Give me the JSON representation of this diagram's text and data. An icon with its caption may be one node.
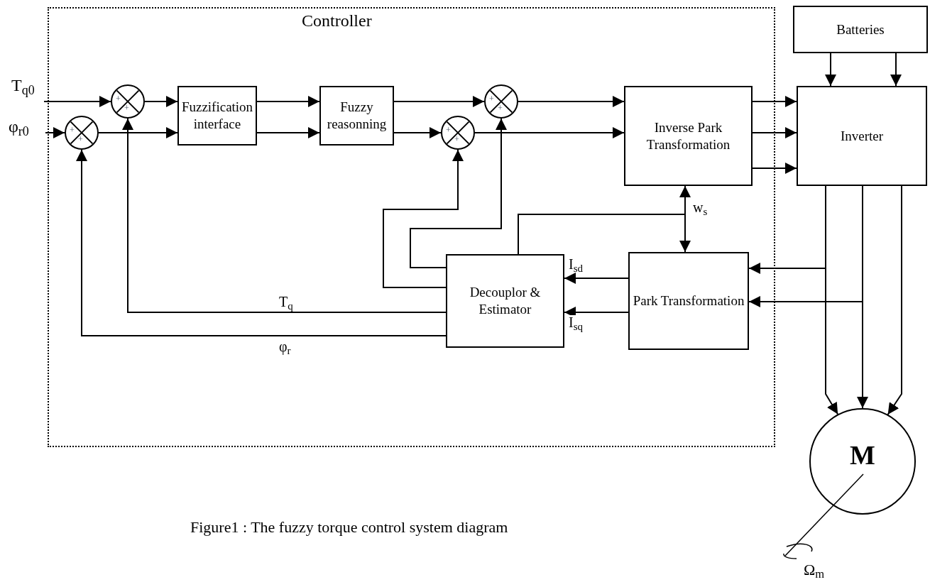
{
  "diagram": {
    "caption": "Figure1 : The fuzzy torque control system diagram",
    "nodes": [
      {
        "text": [
          "Controller"
        ]
      },
      {
        "text": [
          "T$_{q0}$"
        ]
      },
      {
        "text": [
          "φ$_{r0}$"
        ]
      },
      {
        "text": [
          "+",
          "+"
        ],
        "in": 0
      },
      {
        "text": [
          "+",
          "+"
        ],
        "in": 0
      },
      {
        "text": [
          "Fuzzification interface"
        ],
        "in": 0
      },
      {
        "text": [
          "Fuzzy reasonning"
        ],
        "in": 0
      },
      {
        "text": [
          "+",
          "+"
        ],
        "in": 0
      },
      {
        "text": [
          "+",
          "+"
        ],
        "in": 0
      },
      {
        "text": [
          "Inverse Park Transformation"
        ],
        "in": 0
      },
      {
        "text": [
          "Batteries"
        ]
      },
      {
        "text": [
          "Inverter"
        ]
      },
      {
        "text": [
          "Decouplor & Estimator"
        ],
        "in": 0
      },
      {
        "text": [
          "Park Transformation"
        ],
        "in": 0
      },
      {
        "text": [
          "M"
        ]
      }
    ],
    "edges": [
      {
        "from": 1,
        "to": 3,
        "arrow": "to"
      },
      {
        "from": 2,
        "to": 4,
        "arrow": "to"
      },
      {
        "from": 3,
        "to": 5,
        "arrow": "to"
      },
      {
        "from": 4,
        "to": 5,
        "arrow": "to"
      },
      {
        "from": 5,
        "to": 6,
        "arrow": "to"
      },
      {
        "from": 5,
        "to": 6,
        "arrow": "to"
      },
      {
        "from": 6,
        "to": 7,
        "arrow": "to"
      },
      {
        "from": 6,
        "to": 8,
        "arrow": "to"
      },
      {
        "from": 7,
        "to": 9,
        "arrow": "to"
      },
      {
        "from": 8,
        "to": 9,
        "arrow": "to"
      },
      {
        "from": 9,
        "to": 11,
        "arrow": "to"
      },
      {
        "from": 9,
        "to": 11,
        "arrow": "to"
      },
      {
        "from": 9,
        "to": 11,
        "arrow": "to"
      },
      {
        "from": 10,
        "to": 11,
        "arrow": "to"
      },
      {
        "from": 10,
        "to": 11,
        "arrow": "to"
      },
      {
        "from": 12,
        "to": 3,
        "arrow": "to",
        "label": "T$_{q}$"
      },
      {
        "from": 12,
        "to": 4,
        "arrow": "to",
        "label": "φ$_{r}$"
      },
      {
        "from": 12,
        "to": 8,
        "arrow": "to"
      },
      {
        "from": 12,
        "to": 7,
        "arrow": "to"
      },
      {
        "from": 12,
        "to": 9,
        "arrow": "to",
        "label": "w$_{s}$"
      },
      {
        "from": 12,
        "to": 13,
        "arrow": "to"
      },
      {
        "from": 13,
        "to": 12,
        "arrow": "to",
        "label": "I$_{sd}$"
      },
      {
        "from": 13,
        "to": 12,
        "arrow": "to",
        "label": "I$_{sq}$"
      },
      {
        "from": 11,
        "to": 13,
        "arrow": "to"
      },
      {
        "from": 11,
        "to": 13,
        "arrow": "to"
      },
      {
        "from": 11,
        "to": 14,
        "arrow": "to"
      },
      {
        "from": 11,
        "to": 14,
        "arrow": "to"
      },
      {
        "from": 11,
        "to": 14,
        "arrow": "to"
      }
    ],
    "labels": [
      "Ω$_{m}$"
    ]
  }
}
